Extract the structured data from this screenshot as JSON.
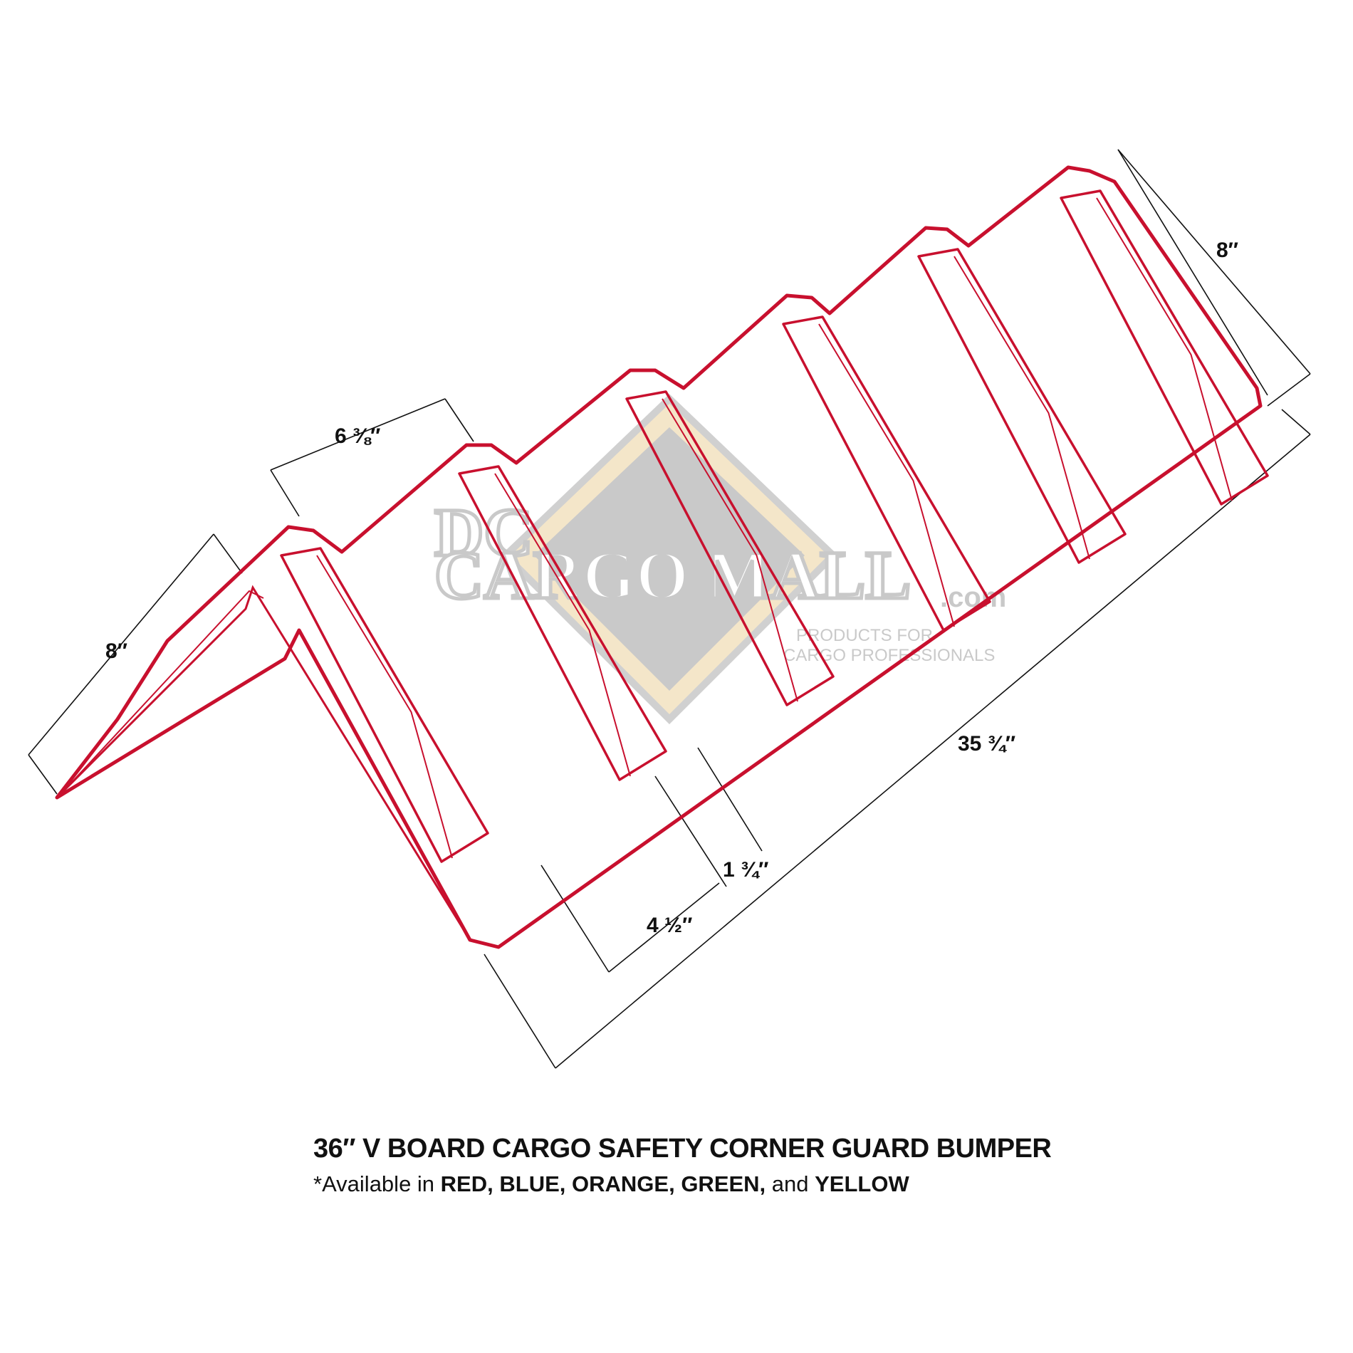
{
  "product": {
    "title": "36″ V BOARD CARGO SAFETY CORNER GUARD BUMPER",
    "availability_prefix": "*Available in ",
    "colors": [
      "RED,",
      "BLUE,",
      "ORANGE,",
      "GREEN,"
    ],
    "availability_and": " and ",
    "last_color": "YELLOW"
  },
  "dimensions": {
    "left_height": "8″",
    "fin_spacing": "6 ⅜″",
    "right_height": "8″",
    "length": "35 ¾″",
    "fin_width": "1 ¾″",
    "fin_depth": "4 ½″"
  },
  "watermark": {
    "brand_line1": "DC",
    "brand_line2": "CARGO MALL",
    "domain": ".com",
    "tagline1": "PRODUCTS FOR",
    "tagline2": "CARGO PROFESSIONALS"
  },
  "colors": {
    "outline": "#c8102e",
    "dimension_line": "#111111",
    "watermark_tan": "#e8c98a",
    "watermark_gray": "#9a9a9a"
  }
}
